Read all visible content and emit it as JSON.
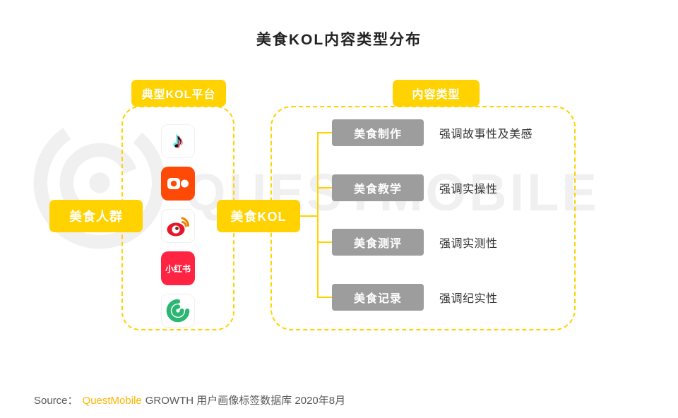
{
  "page_title": "美食KOL内容类型分布",
  "watermark": {
    "text": "QUESTMOBILE",
    "logo_icon": "questmobile-ring-logo"
  },
  "colors": {
    "accent_yellow": "#FFD200",
    "box_gray": "#9D9D9D",
    "brand_orange": "#FFB400",
    "douyin_cyan": "#25F4EE",
    "douyin_red": "#FE2C55",
    "kuaishou_orange": "#FF4906",
    "weibo_red": "#E6162D",
    "xiaohongshu_red": "#FF2442",
    "swirl_green": "#2BB673"
  },
  "icons": {
    "note_glyph": "♪"
  },
  "flow": {
    "crowd_label": "美食人群",
    "kol_label": "美食KOL",
    "platform_panel": {
      "header": "典型KOL平台",
      "platforms": [
        {
          "icon": "douyin-icon"
        },
        {
          "icon": "kuaishou-icon"
        },
        {
          "icon": "weibo-icon"
        },
        {
          "icon": "xiaohongshu-icon",
          "label": "小红书"
        },
        {
          "icon": "green-swirl-icon"
        }
      ]
    },
    "content_panel": {
      "header": "内容类型",
      "items": [
        {
          "label": "美食制作",
          "desc": "强调故事性及美感"
        },
        {
          "label": "美食教学",
          "desc": "强调实操性"
        },
        {
          "label": "美食测评",
          "desc": "强调实测性"
        },
        {
          "label": "美食记录",
          "desc": "强调纪实性"
        }
      ]
    }
  },
  "source": {
    "prefix": "Source：",
    "brand": "QuestMobile",
    "suffix": "GROWTH 用户画像标签数据库 2020年8月"
  }
}
